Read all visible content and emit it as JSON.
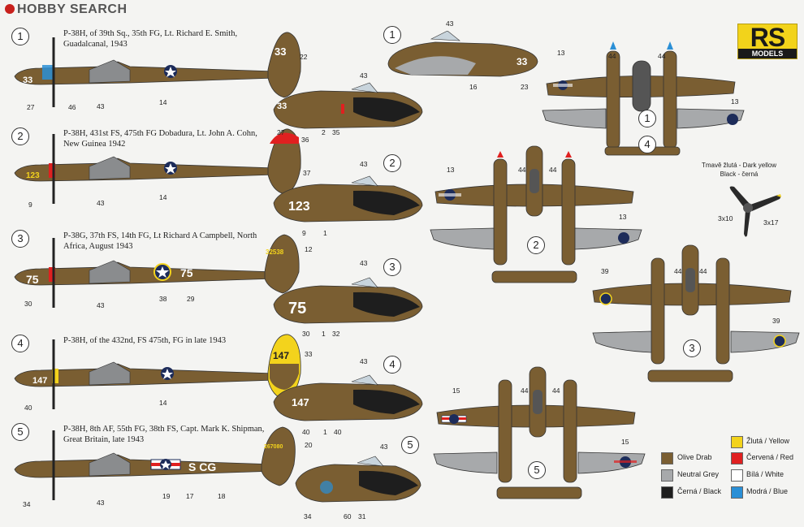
{
  "header": {
    "site": "HOBBY SEARCH"
  },
  "brand": {
    "main": "RS",
    "sub": "MODELS"
  },
  "profiles": [
    {
      "n": "1",
      "caption": "P-38H, of 39th Sq., 35th FG, Lt. Richard E. Smith, Guadalcanal, 1943",
      "nose_code": "33",
      "tail_code": "33",
      "labels": [
        "27",
        "46",
        "43",
        "14",
        "22"
      ]
    },
    {
      "n": "2",
      "caption": "P-38H, 431st FS, 475th FG Dobadura, Lt. John A. Cohn, New Guinea 1942",
      "nose_code": "123",
      "tail_code": "",
      "labels": [
        "9",
        "43",
        "14",
        "37",
        "36"
      ]
    },
    {
      "n": "3",
      "caption": "P-38G, 37th FS, 14th FG, Lt Richard A Campbell, North Africa, August 1943",
      "nose_code": "75",
      "tail_code": "32538",
      "fuselage_code": "75",
      "labels": [
        "30",
        "43",
        "38",
        "29",
        "12"
      ]
    },
    {
      "n": "4",
      "caption": "P-38H, of the 432nd, FS 475th, FG in late 1943",
      "nose_code": "147",
      "tail_code": "147",
      "labels": [
        "40",
        "14",
        "33"
      ]
    },
    {
      "n": "5",
      "caption": "P-38H, 8th AF, 55th FG, 38th FS, Capt. Mark K. Shipman, Great Britain, late 1943",
      "nose_code": "",
      "tail_code": "267080",
      "fuselage_code": "S CG",
      "labels": [
        "34",
        "43",
        "19",
        "17",
        "18",
        "20"
      ]
    }
  ],
  "noses": [
    {
      "n": "1",
      "code": "33",
      "labels": [
        "27",
        "2",
        "35",
        "43"
      ]
    },
    {
      "n": "2",
      "code": "123",
      "labels": [
        "9",
        "1",
        "43"
      ]
    },
    {
      "n": "3",
      "code": "75",
      "labels": [
        "30",
        "1",
        "32",
        "43"
      ]
    },
    {
      "n": "4",
      "code": "147",
      "labels": [
        "40",
        "1",
        "40",
        "43"
      ]
    },
    {
      "n": "5",
      "code": "",
      "labels": [
        "34",
        "60",
        "31",
        "43"
      ]
    }
  ],
  "nose_top": {
    "n": "1",
    "code": "33",
    "labels": [
      "43",
      "16",
      "23"
    ]
  },
  "planforms": [
    {
      "n": "1",
      "sub": "4",
      "labels": [
        "13",
        "44",
        "44",
        "13"
      ]
    },
    {
      "n": "2",
      "labels": [
        "13",
        "44",
        "44",
        "13"
      ]
    },
    {
      "n": "3",
      "labels": [
        "39",
        "44",
        "44",
        "39"
      ]
    },
    {
      "n": "5",
      "labels": [
        "15",
        "44",
        "44",
        "15"
      ]
    }
  ],
  "prop_note": {
    "line1": "Tmavě žlutá - Dark yellow",
    "line2": "Black - černá",
    "a": "3x10",
    "b": "3x17"
  },
  "legend": [
    {
      "label": "Olive Drab",
      "color": "#7a5e32"
    },
    {
      "label": "Neutral Grey",
      "color": "#a7a9ab"
    },
    {
      "label": "Černá / Black",
      "color": "#1e1e1e"
    },
    {
      "label": "Žlutá / Yellow",
      "color": "#f3d31c"
    },
    {
      "label": "Červená / Red",
      "color": "#e02020"
    },
    {
      "label": "Bílá / White",
      "color": "#ffffff"
    },
    {
      "label": "Modrá / Blue",
      "color": "#2a8fd6"
    }
  ]
}
